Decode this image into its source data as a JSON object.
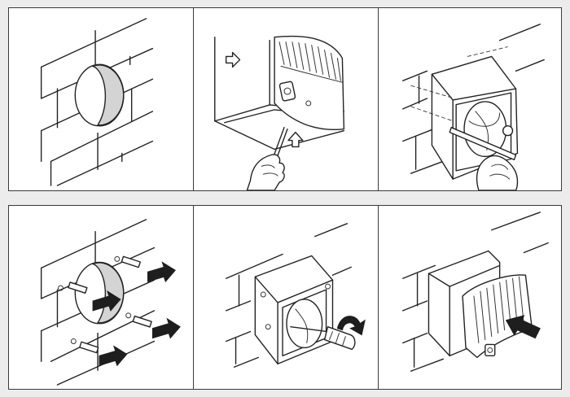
{
  "steps": [
    {
      "id": "1",
      "content": "wall-opening"
    },
    {
      "id": "2",
      "content": "remove-front-grille-with-screwdriver"
    },
    {
      "id": "3",
      "content": "release-inner-unit-with-screwdriver"
    },
    {
      "id": "4",
      "content": "insert-wall-plugs"
    },
    {
      "id": "5",
      "content": "screw-housing-to-wall"
    },
    {
      "id": "6",
      "content": "refit-front-grille"
    }
  ],
  "icons": [
    "arrow-right-outline-icon",
    "arrow-up-outline-icon",
    "arrow-filled-icon",
    "screwdriver-icon",
    "rotate-arrow-icon",
    "hand-icon"
  ],
  "colors": {
    "frame": "#3a3a3a",
    "sheet": "#ececec",
    "arrow": "#1e1e1e",
    "wall_hole": "#d4d4d4"
  }
}
